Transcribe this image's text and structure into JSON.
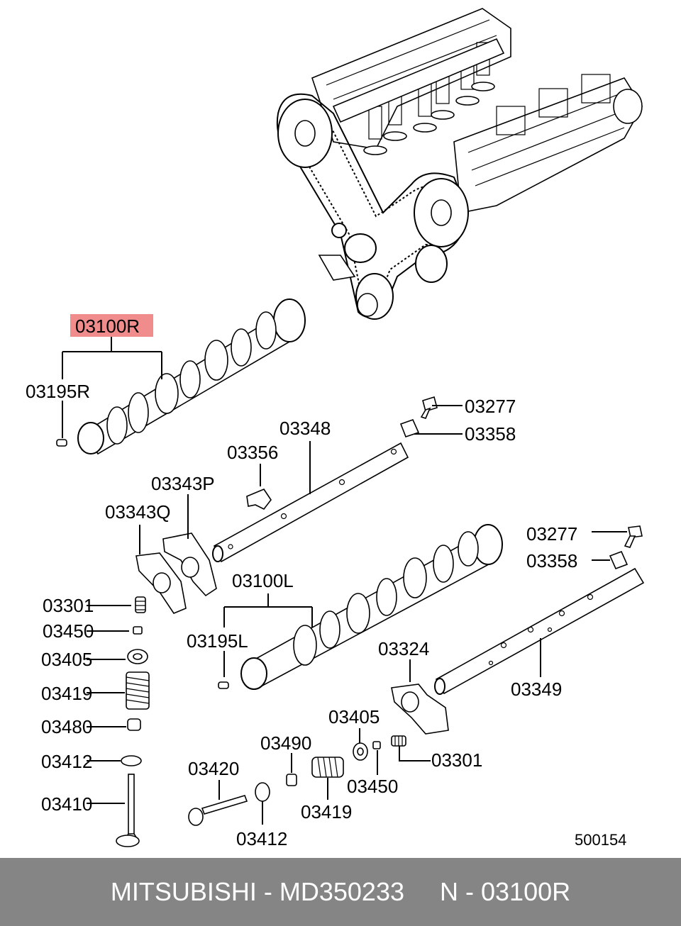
{
  "highlight_color": "#f08c8c",
  "footer": {
    "bg_color": "#858585",
    "text": "MITSUBISHI - MD350233     N - 03100R"
  },
  "diagram_number": "500154",
  "labels": {
    "cam_r": "03100R",
    "pin_r": "03195R",
    "bolt_top": "03277",
    "washer_top": "03358",
    "shaft_top": "03348",
    "clip": "03356",
    "rocker_p": "03343P",
    "rocker_q": "03343Q",
    "adjuster_left": "03301",
    "key_left": "03450",
    "retainer_left": "03405",
    "spring_left": "03419",
    "seal_left": "03480",
    "seat_left": "03412",
    "valve_left": "03410",
    "cam_l": "03100L",
    "pin_l": "03195L",
    "bolt_right": "03277",
    "washer_right": "03358",
    "rocker_right": "03324",
    "shaft_right": "03349",
    "retainer_bottom": "03405",
    "seal_bottom": "03490",
    "adjuster_right": "03301",
    "key_bottom": "03450",
    "valve_bottom": "03420",
    "spring_bottom": "03419",
    "seat_bottom": "03412"
  }
}
